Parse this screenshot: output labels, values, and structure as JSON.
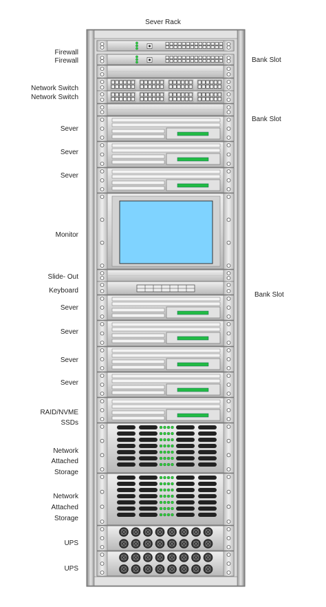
{
  "title": "Sever Rack",
  "labels": {
    "firewall_1": "Firewall",
    "firewall_2": "Firewall",
    "network_switch_1": "Network Switch",
    "network_switch_2": "Network Switch",
    "sever_1": "Sever",
    "sever_2": "Sever",
    "sever_3": "Sever",
    "monitor": "Monitor",
    "slide_out": "Slide- Out",
    "keyboard": "Keyboard",
    "sever_4": "Sever",
    "sever_5": "Sever",
    "sever_6": "Sever",
    "sever_7": "Sever",
    "raid_1": "RAID/NVME",
    "raid_2": "SSDs",
    "nas1_1": "Network",
    "nas1_2": "Attached",
    "nas1_3": "Storage",
    "nas2_1": "Network",
    "nas2_2": "Attached",
    "nas2_3": "Storage",
    "ups_1": "UPS",
    "ups_2": "UPS"
  },
  "bank_slots": [
    "Bank Slot",
    "Bank Slot",
    "Bank Slot"
  ],
  "colors": {
    "rack_frame": "#c8c8c8",
    "unit_face": "#d7d7d7",
    "led_green": "#33cc33",
    "drive_bar": "#22bb44",
    "screen": "#7fd3ff",
    "nas_bay": "#222222",
    "fan": "#333333"
  }
}
